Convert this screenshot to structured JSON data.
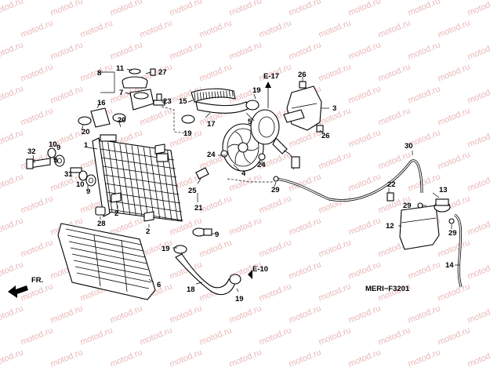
{
  "diagram_code": "MERI−F3201",
  "direction_label": "FR.",
  "refs": {
    "e17": "E-17",
    "e10": "E-10"
  },
  "watermark": "motod.ru",
  "callouts": {
    "c1": "1",
    "c2a": "2",
    "c2b": "2",
    "c3": "3",
    "c4": "4",
    "c5": "5",
    "c6": "6",
    "c7": "7",
    "c8": "8",
    "c9a": "9",
    "c9b": "9",
    "c9c": "9",
    "c10a": "10",
    "c10b": "10",
    "c11": "11",
    "c12": "12",
    "c13": "13",
    "c14": "14",
    "c15": "15",
    "c16": "16",
    "c17": "17",
    "c18": "18",
    "c19a": "19",
    "c19b": "19",
    "c19c": "19",
    "c19d": "19",
    "c20a": "20",
    "c20b": "20",
    "c21": "21",
    "c22": "22",
    "c23": "23",
    "c24a": "24",
    "c24b": "24",
    "c25": "25",
    "c26a": "26",
    "c26b": "26",
    "c27": "27",
    "c28": "28",
    "c29a": "29",
    "c29b": "29",
    "c29c": "29",
    "c30": "30",
    "c31": "31",
    "c32": "32"
  }
}
